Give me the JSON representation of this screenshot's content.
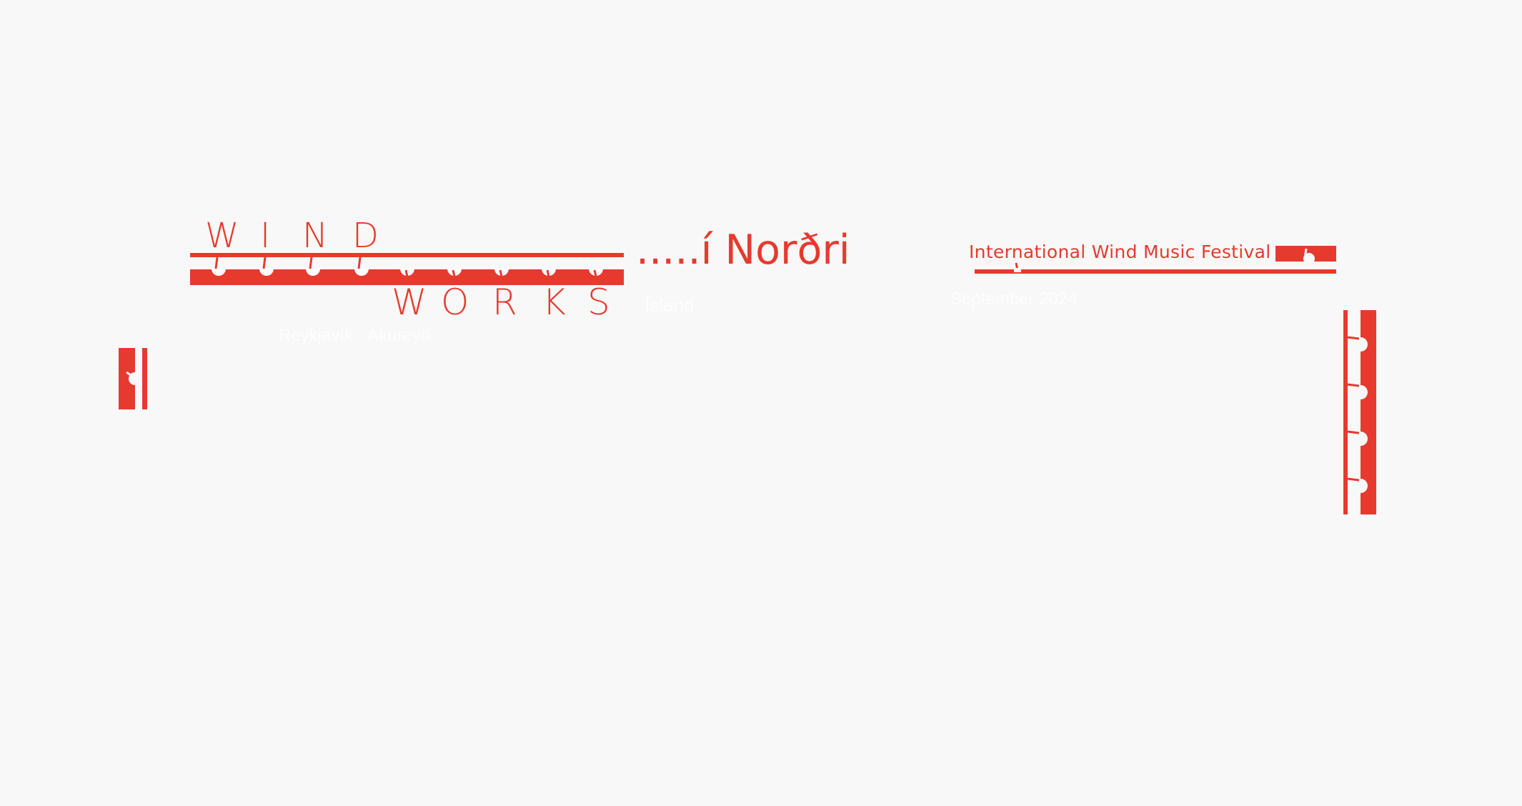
{
  "logo": {
    "top_letters": [
      "W",
      "I",
      "N",
      "D"
    ],
    "bottom_letters": [
      "W",
      "O",
      "R",
      "K",
      "S"
    ],
    "faint_caption": "Reykjavík · Akureyri"
  },
  "title": {
    "text": ".....í Norðri",
    "faint_caption": "Ísland"
  },
  "festival": {
    "label": "International Wind Music Festival",
    "faint_caption": "September 2024"
  },
  "colors": {
    "accent": "#e63a2e",
    "background": "#f8f8f8"
  },
  "icons": {
    "left": "flute-segment-icon",
    "right": "flute-keys-icon"
  }
}
